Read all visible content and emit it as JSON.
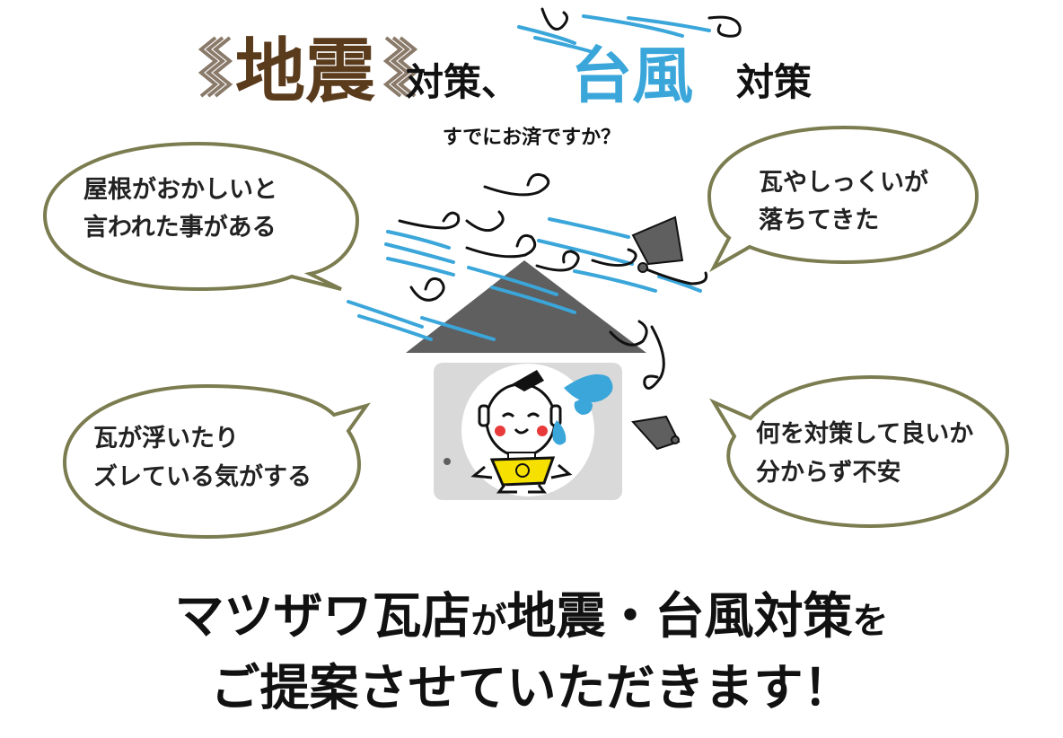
{
  "headline": {
    "quake": "地震",
    "taisaku_1": "対策、",
    "typhoon": "台風",
    "taisaku_2": "対策",
    "subtitle": "すでにお済ですか？"
  },
  "bubbles": {
    "top_left": {
      "line1": "屋根がおかしいと",
      "line2": "言われた事がある"
    },
    "top_right": {
      "line1": "瓦やしっくいが",
      "line2": "落ちてきた"
    },
    "bottom_left": {
      "line1": "瓦が浮いたり",
      "line2": "ズレている気がする"
    },
    "bottom_right": {
      "line1": "何を対策して良いか",
      "line2": "分からず不安"
    }
  },
  "bottom_message": {
    "line1_a": "マツザワ瓦店",
    "line1_b": "が",
    "line1_c": "地震・台風対策",
    "line1_d": "を",
    "line2": "ご提案させていただきます！"
  },
  "colors": {
    "quake_brown": "#5a3b1c",
    "typhoon_blue": "#3aa6da",
    "bubble_border": "#7b7c4f",
    "roof_gray": "#5f5f5f",
    "wall_gray": "#d9d9d9"
  }
}
